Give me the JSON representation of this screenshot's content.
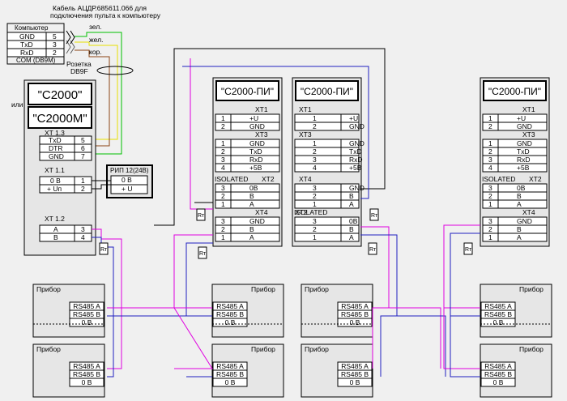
{
  "cable_title": [
    "Кабель АЦДР.685611.066 для",
    "подключения пульта к компьютеру"
  ],
  "computer": {
    "title": "Компьютер",
    "rows": [
      [
        "GND",
        "5"
      ],
      [
        "TxD",
        "3"
      ],
      [
        "RxD",
        "2"
      ]
    ],
    "footer": "COM (DB9M)"
  },
  "wires": {
    "green": "зел.",
    "yellow": "жел.",
    "brown": "кор."
  },
  "socket": [
    "Розетка",
    "DB9F"
  ],
  "ili": "или",
  "c2000": {
    "name1": "\"С2000\"",
    "name2": "\"С2000М\"",
    "xt13": {
      "title": "XT 1.3",
      "rows": [
        [
          "TxD",
          "5"
        ],
        [
          "DTR",
          "6"
        ],
        [
          "GND",
          "7"
        ]
      ]
    },
    "xt11": {
      "title": "XT 1.1",
      "rows": [
        [
          "0 В",
          "1"
        ],
        [
          "+ Uп",
          "2"
        ]
      ]
    },
    "xt12": {
      "title": "XT 1.2",
      "rows": [
        [
          "A",
          "3"
        ],
        [
          "B",
          "4"
        ]
      ]
    }
  },
  "rip": {
    "title": "РИП 12(24В)",
    "rows": [
      "0 В",
      "+ U"
    ]
  },
  "resistor": "Rт",
  "pi_name": "\"С2000-ПИ\"",
  "pi": {
    "xt1": {
      "title": "XT1",
      "rows": [
        [
          "1",
          "+U"
        ],
        [
          "2",
          "GND"
        ]
      ]
    },
    "xt3": {
      "title": "XT3",
      "rows": [
        [
          "1",
          "GND"
        ],
        [
          "2",
          "TxD"
        ],
        [
          "3",
          "RxD"
        ],
        [
          "4",
          "+5В"
        ]
      ]
    },
    "xt2": {
      "title": "XT2",
      "isolated": "ISOLATED",
      "rows": [
        [
          "3",
          "0В"
        ],
        [
          "2",
          "B"
        ],
        [
          "1",
          "A"
        ]
      ]
    },
    "xt4": {
      "title": "XT4",
      "rows": [
        [
          "3",
          "GND"
        ],
        [
          "2",
          "B"
        ],
        [
          "1",
          "A"
        ]
      ]
    }
  },
  "pi_mirror": {
    "xt1": {
      "title": "XT1",
      "rows": [
        [
          "+U",
          "1"
        ],
        [
          "GND",
          "2"
        ]
      ]
    },
    "xt3": {
      "title": "XT3",
      "rows": [
        [
          "GND",
          "1"
        ],
        [
          "TxD",
          "2"
        ],
        [
          "RxD",
          "3"
        ],
        [
          "+5В",
          "4"
        ]
      ]
    },
    "xt4": {
      "title": "XT4",
      "rows": [
        [
          "GND",
          "3"
        ],
        [
          "B",
          "2"
        ],
        [
          "A",
          "1"
        ]
      ]
    },
    "xt2": {
      "title": "XT2",
      "isolated": "ISOLATED",
      "rows": [
        [
          "0В",
          "3"
        ],
        [
          "B",
          "2"
        ],
        [
          "A",
          "1"
        ]
      ]
    }
  },
  "device": {
    "title": "Прибор",
    "rows": [
      "RS485 A",
      "RS485 B",
      "0 В"
    ]
  },
  "colors": {
    "magenta": "#e000e0",
    "blue": "#2020c0",
    "green": "#00c000",
    "yellow": "#e8e000",
    "brown": "#8b4513",
    "wire": "#000000",
    "box": "#e6e6e6"
  }
}
